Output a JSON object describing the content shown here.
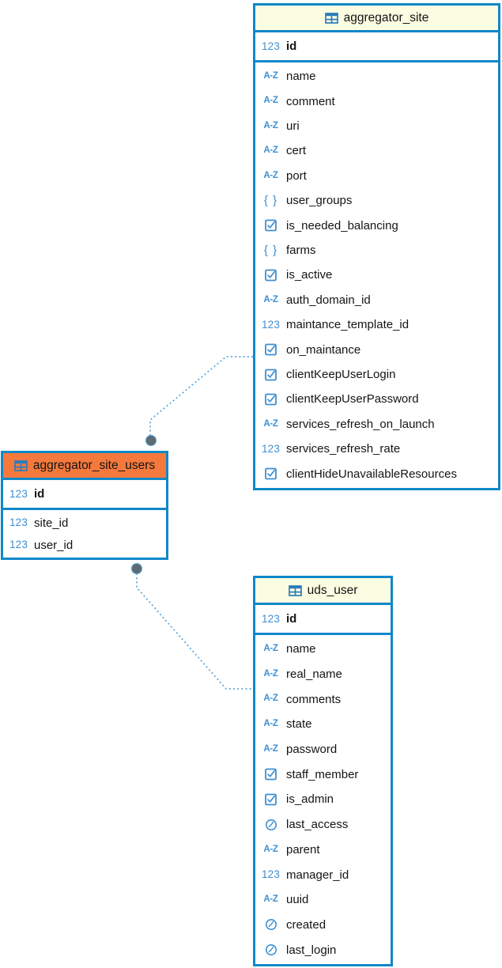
{
  "colors": {
    "table_border": "#1088c8",
    "header_yellow": "#fcfce3",
    "header_orange": "#f5793d",
    "icon_blue": "#3e8fd0",
    "relation_line": "#58a6db",
    "relation_dot": "#5f6b73"
  },
  "type_icons": {
    "numeric": "123",
    "string": "A-Z",
    "json": "{ }",
    "boolean": "checkbox",
    "datetime": "clock"
  },
  "tables": [
    {
      "title": "aggregator_site",
      "header_style": "yellow",
      "keys": [
        {
          "name": "id",
          "type": "numeric"
        }
      ],
      "columns": [
        {
          "name": "name",
          "type": "string"
        },
        {
          "name": "comment",
          "type": "string"
        },
        {
          "name": "uri",
          "type": "string"
        },
        {
          "name": "cert",
          "type": "string"
        },
        {
          "name": "port",
          "type": "string"
        },
        {
          "name": "user_groups",
          "type": "json"
        },
        {
          "name": "is_needed_balancing",
          "type": "boolean"
        },
        {
          "name": "farms",
          "type": "json"
        },
        {
          "name": "is_active",
          "type": "boolean"
        },
        {
          "name": "auth_domain_id",
          "type": "string"
        },
        {
          "name": "maintance_template_id",
          "type": "numeric"
        },
        {
          "name": "on_maintance",
          "type": "boolean"
        },
        {
          "name": "clientKeepUserLogin",
          "type": "boolean"
        },
        {
          "name": "clientKeepUserPassword",
          "type": "boolean"
        },
        {
          "name": "services_refresh_on_launch",
          "type": "string"
        },
        {
          "name": "services_refresh_rate",
          "type": "numeric"
        },
        {
          "name": "clientHideUnavailableResources",
          "type": "boolean"
        }
      ]
    },
    {
      "title": "aggregator_site_users",
      "header_style": "orange",
      "keys": [
        {
          "name": "id",
          "type": "numeric"
        }
      ],
      "columns": [
        {
          "name": "site_id",
          "type": "numeric"
        },
        {
          "name": "user_id",
          "type": "numeric"
        }
      ]
    },
    {
      "title": "uds_user",
      "header_style": "yellow",
      "keys": [
        {
          "name": "id",
          "type": "numeric"
        }
      ],
      "columns": [
        {
          "name": "name",
          "type": "string"
        },
        {
          "name": "real_name",
          "type": "string"
        },
        {
          "name": "comments",
          "type": "string"
        },
        {
          "name": "state",
          "type": "string"
        },
        {
          "name": "password",
          "type": "string"
        },
        {
          "name": "staff_member",
          "type": "boolean"
        },
        {
          "name": "is_admin",
          "type": "boolean"
        },
        {
          "name": "last_access",
          "type": "datetime"
        },
        {
          "name": "parent",
          "type": "string"
        },
        {
          "name": "manager_id",
          "type": "numeric"
        },
        {
          "name": "uuid",
          "type": "string"
        },
        {
          "name": "created",
          "type": "datetime"
        },
        {
          "name": "last_login",
          "type": "datetime"
        }
      ]
    }
  ],
  "relations": [
    {
      "from": "aggregator_site_users",
      "to": "aggregator_site"
    },
    {
      "from": "aggregator_site_users",
      "to": "uds_user"
    }
  ]
}
